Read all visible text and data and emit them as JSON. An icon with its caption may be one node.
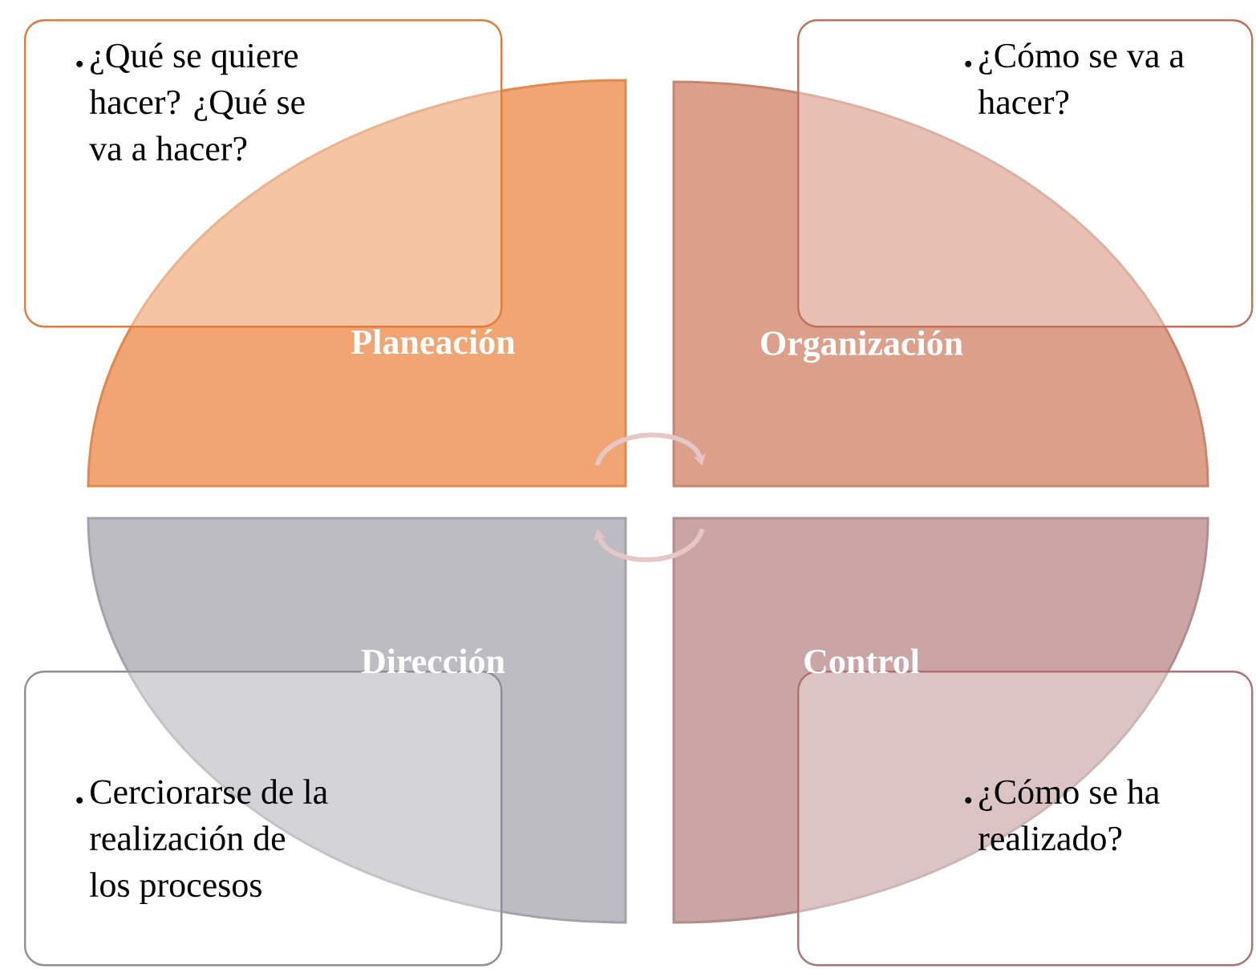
{
  "diagram": {
    "nodes": [
      {
        "text": [
          "Planeación"
        ]
      },
      {
        "text": [
          "Organización"
        ]
      },
      {
        "text": [
          "Dirección"
        ]
      },
      {
        "text": [
          "Control"
        ]
      },
      {
        "text": [
          "¿Qué se quiere hacer? ¿Qué se va a hacer?"
        ]
      },
      {
        "text": [
          "¿Cómo se va a hacer?"
        ]
      },
      {
        "text": [
          "Cerciorarse de la realización de los procesos"
        ]
      },
      {
        "text": [
          "¿Cómo se ha realizado?"
        ]
      }
    ],
    "edges": [
      {
        "from": 0,
        "to": 1,
        "arrow": "to"
      },
      {
        "from": 3,
        "to": 2,
        "arrow": "to"
      }
    ]
  }
}
